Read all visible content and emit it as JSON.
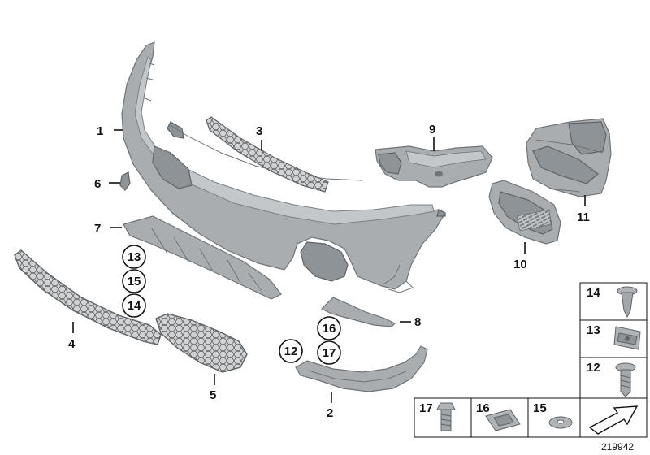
{
  "labels": {
    "p1": "1",
    "p2": "2",
    "p3": "3",
    "p4": "4",
    "p5": "5",
    "p6": "6",
    "p7": "7",
    "p8": "8",
    "p9": "9",
    "p10": "10",
    "p11": "11"
  },
  "circled": [
    "13",
    "15",
    "14",
    "16",
    "17",
    "12"
  ],
  "legend": {
    "right_column": [
      "14",
      "13",
      "12"
    ],
    "bottom_row": [
      "17",
      "16",
      "15"
    ]
  },
  "reference": "219942"
}
